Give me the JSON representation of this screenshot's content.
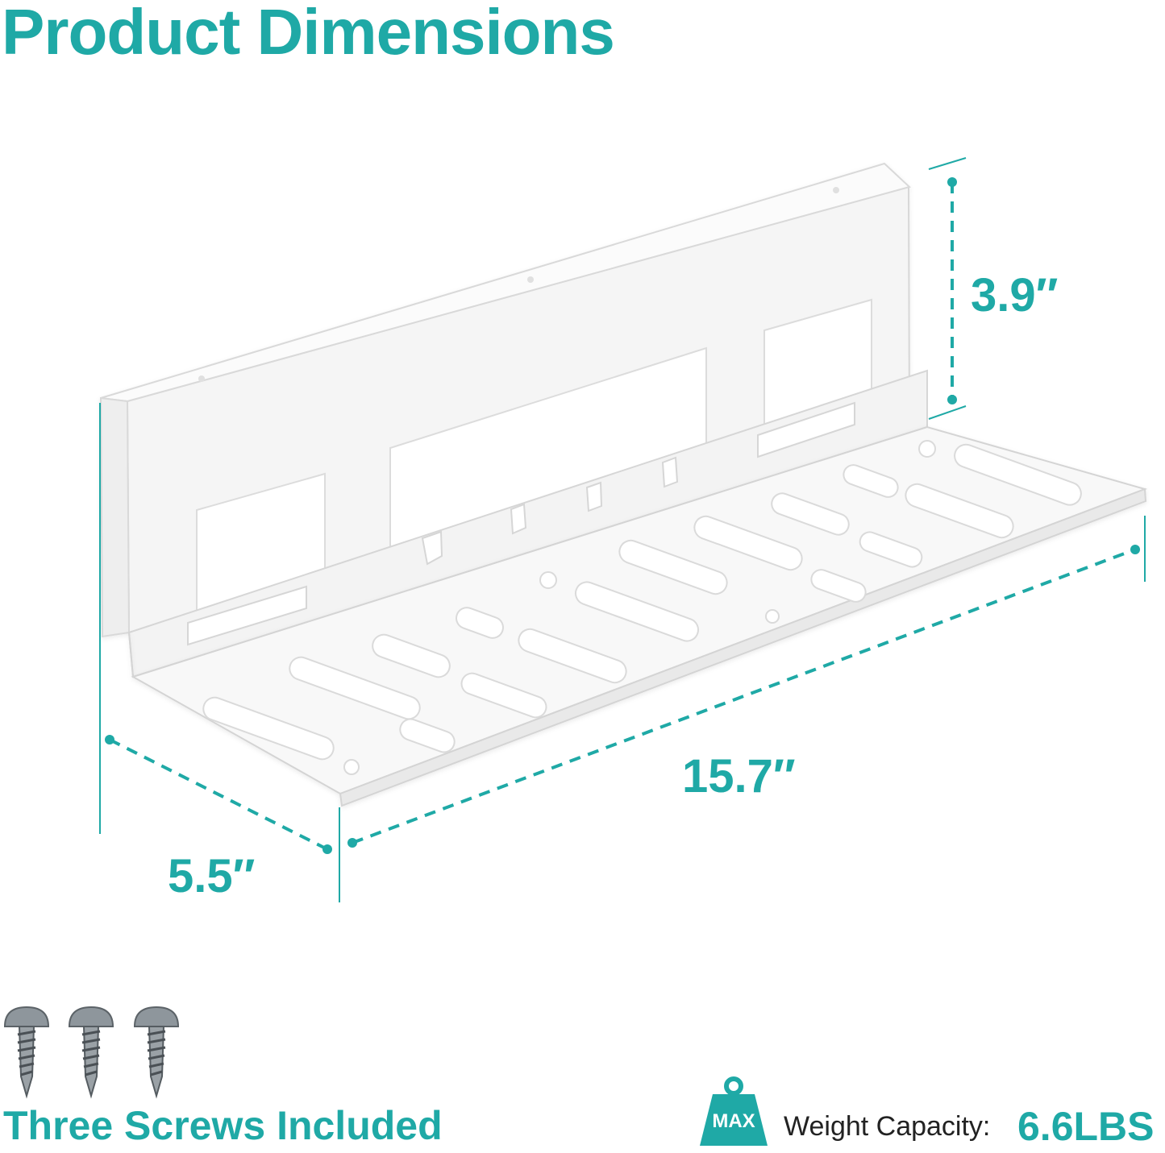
{
  "title": "Product Dimensions",
  "dimensions": {
    "height": "3.9″",
    "length": "15.7″",
    "depth": "5.5″"
  },
  "accessories": {
    "label": "Three Screws Included",
    "screw_icon": "screw-icon"
  },
  "capacity": {
    "badge": "MAX",
    "label": "Weight Capacity:",
    "value": "6.6LBS",
    "icon": "weight-icon"
  },
  "colors": {
    "accent": "#1fa9a6",
    "text": "#222222",
    "shelf": "#f7f7f7"
  }
}
